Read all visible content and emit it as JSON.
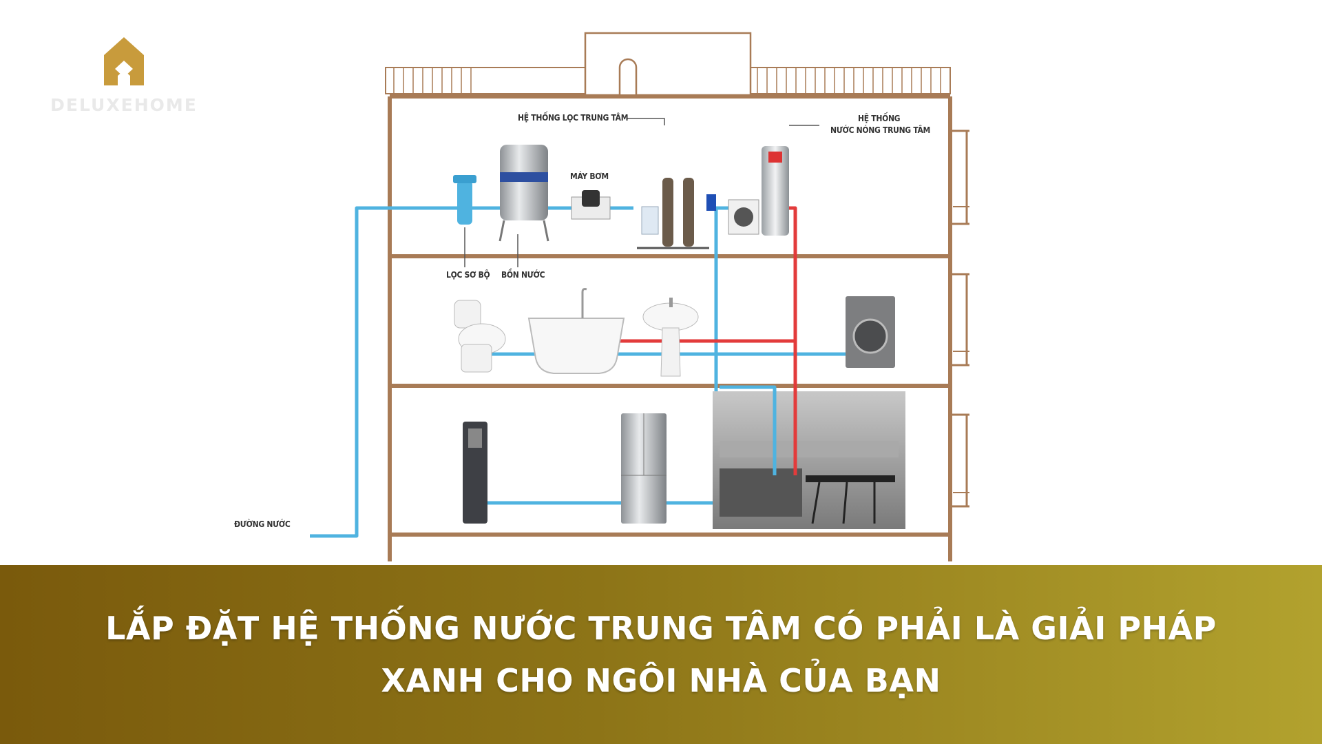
{
  "brand": {
    "name": "DELUXEHOME",
    "logo_color": "#c89b3c"
  },
  "diagram": {
    "labels": {
      "central_filter": "HỆ THỐNG LỌC TRUNG TÂM",
      "central_hot_water_line1": "HỆ THỐNG",
      "central_hot_water_line2": "NƯỚC NÓNG TRUNG TÂM",
      "pump": "MÁY BƠM",
      "pre_filter": "LỌC SƠ BỘ",
      "water_tank": "BỒN NƯỚC",
      "water_line": "ĐƯỜNG NƯỚC"
    },
    "colors": {
      "cold_pipe": "#4fb3e0",
      "hot_pipe": "#e33b3b",
      "structure": "#a87b56"
    }
  },
  "banner": {
    "line1": "LẮP ĐẶT HỆ THỐNG NƯỚC TRUNG TÂM CÓ PHẢI LÀ GIẢI PHÁP",
    "line2": "XANH CHO NGÔI NHÀ CỦA BẠN"
  }
}
